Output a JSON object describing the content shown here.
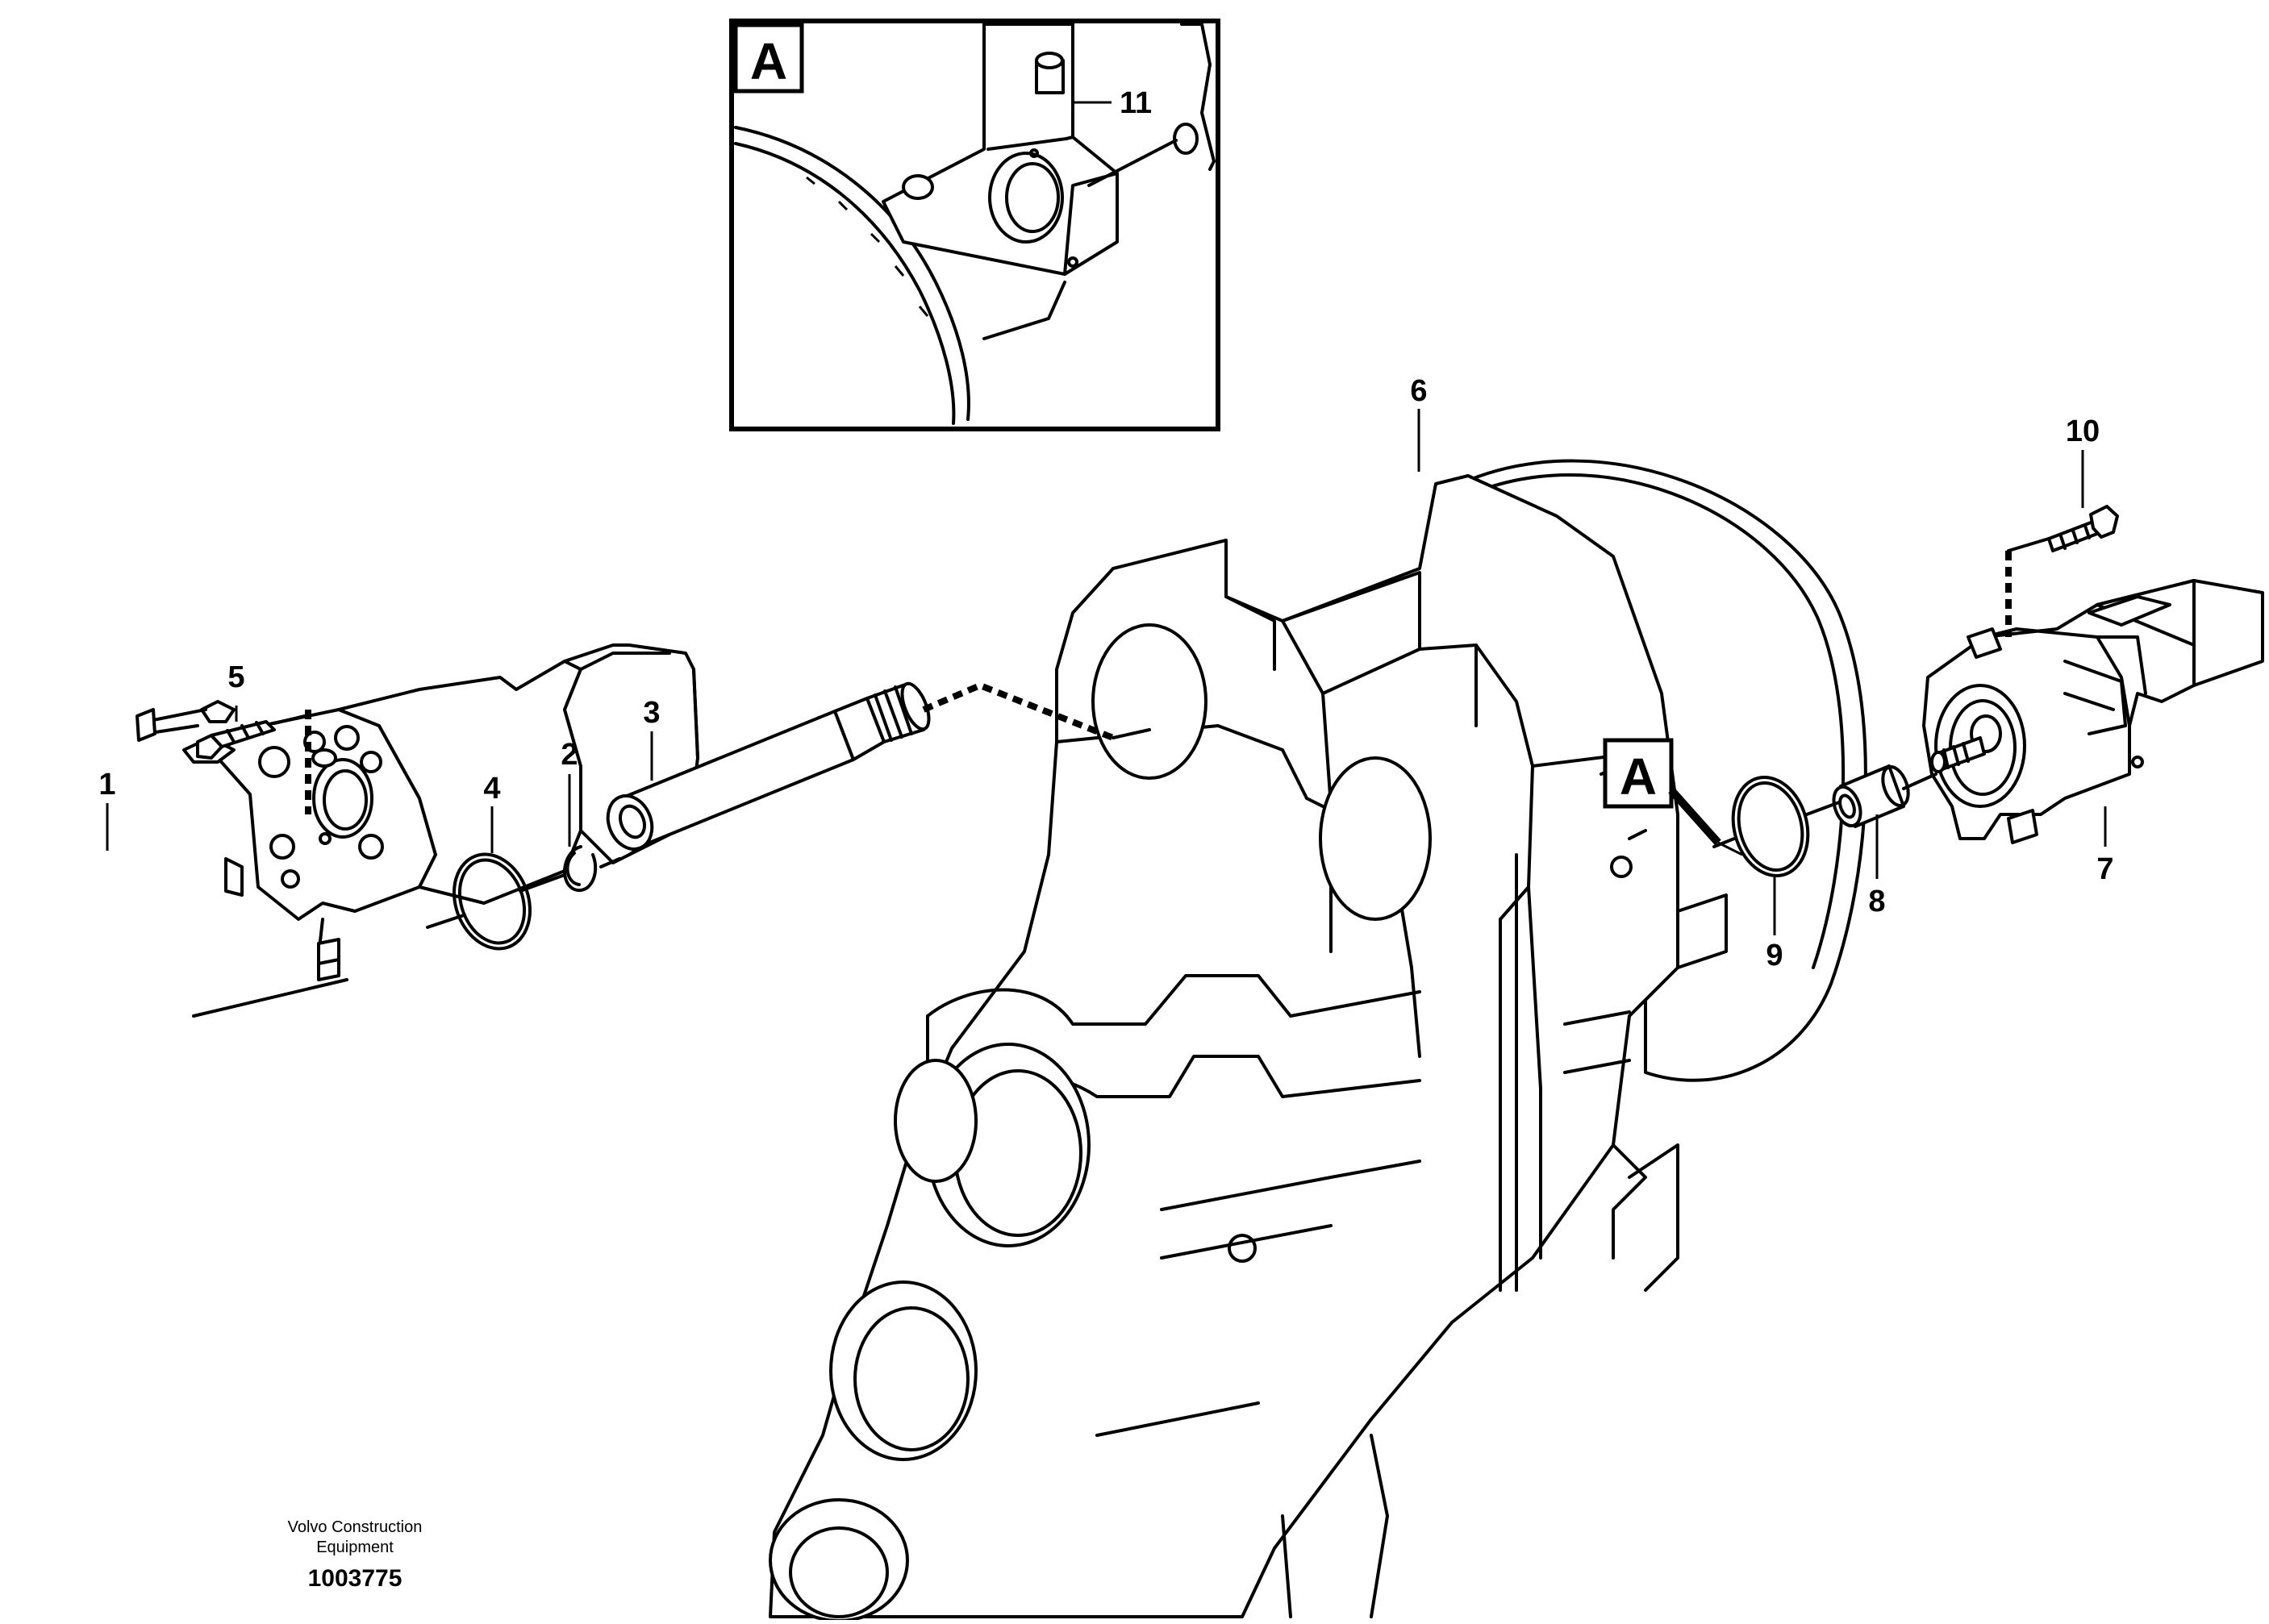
{
  "detail_box": {
    "letter": "A",
    "callout": "11"
  },
  "view_marker": {
    "letter": "A"
  },
  "callouts": {
    "c1": "1",
    "c2": "2",
    "c3": "3",
    "c4": "4",
    "c5": "5",
    "c6": "6",
    "c7": "7",
    "c8": "8",
    "c9": "9",
    "c10": "10"
  },
  "footer": {
    "line1": "Volvo Construction",
    "line2": "Equipment",
    "code": "1003775"
  }
}
